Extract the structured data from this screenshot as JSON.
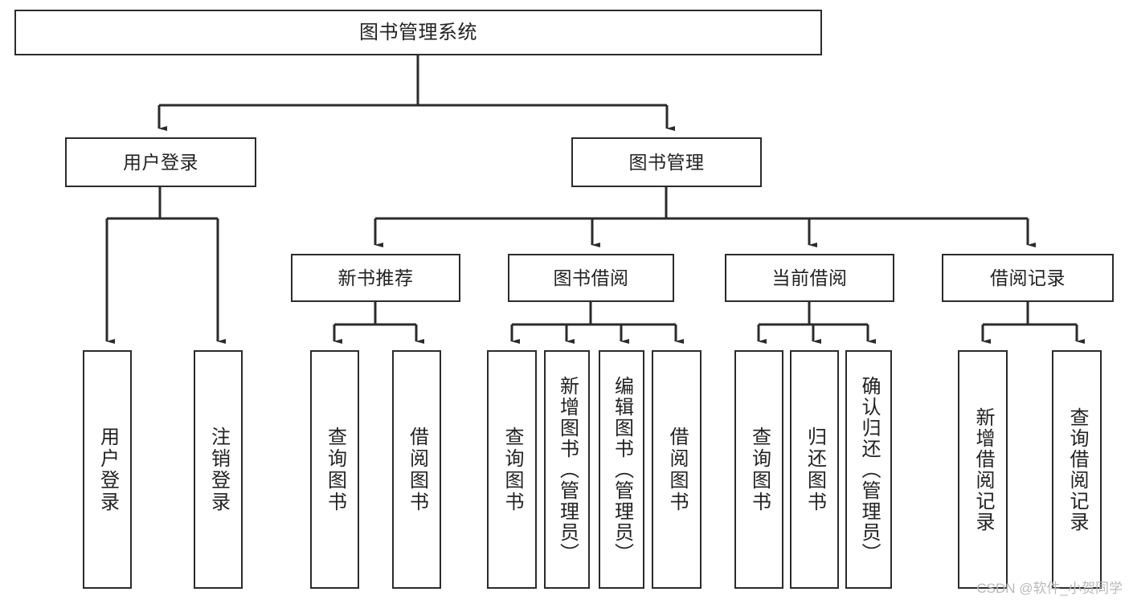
{
  "diagram": {
    "title": "图书管理系统",
    "type": "tree-hierarchy-chart",
    "watermark": "CSDN @软件_小贺同学",
    "colors": {
      "stroke": "#2b2b2b",
      "fill": "#ffffff",
      "text": "#222222",
      "watermark": "#b9b9b9"
    },
    "nodes": {
      "root": {
        "label": "图书管理系统"
      },
      "level2": [
        {
          "id": "user-login",
          "label": "用户登录"
        },
        {
          "id": "book-manage",
          "label": "图书管理"
        }
      ],
      "level3": [
        {
          "id": "new-book-recommend",
          "label": "新书推荐"
        },
        {
          "id": "book-borrow",
          "label": "图书借阅"
        },
        {
          "id": "current-borrow",
          "label": "当前借阅"
        },
        {
          "id": "borrow-record",
          "label": "借阅记录"
        }
      ],
      "leaves": {
        "user-login": [
          {
            "id": "leaf-user-login",
            "label": "用户登录"
          },
          {
            "id": "leaf-logout-login",
            "label": "注销登录"
          }
        ],
        "new-book-recommend": [
          {
            "id": "leaf-query-book-1",
            "label": "查询图书"
          },
          {
            "id": "leaf-borrow-book-1",
            "label": "借阅图书"
          }
        ],
        "book-borrow": [
          {
            "id": "leaf-query-book-2",
            "label": "查询图书"
          },
          {
            "id": "leaf-add-book",
            "label": "新增图书（管理员）"
          },
          {
            "id": "leaf-edit-book",
            "label": "编辑图书（管理员）"
          },
          {
            "id": "leaf-borrow-book-2",
            "label": "借阅图书"
          }
        ],
        "current-borrow": [
          {
            "id": "leaf-query-book-3",
            "label": "查询图书"
          },
          {
            "id": "leaf-return-book",
            "label": "归还图书"
          },
          {
            "id": "leaf-confirm-return",
            "label": "确认归还（管理员）"
          }
        ],
        "borrow-record": [
          {
            "id": "leaf-add-record",
            "label": "新增借阅记录"
          },
          {
            "id": "leaf-query-record",
            "label": "查询借阅记录"
          }
        ]
      }
    }
  }
}
